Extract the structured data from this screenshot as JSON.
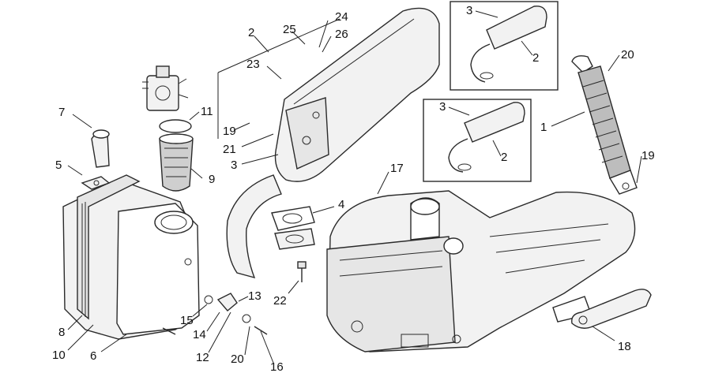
{
  "callouts": [
    {
      "id": "c-2-main",
      "label": "2"
    },
    {
      "id": "c-25",
      "label": "25"
    },
    {
      "id": "c-24",
      "label": "24"
    },
    {
      "id": "c-26",
      "label": "26"
    },
    {
      "id": "c-23",
      "label": "23"
    },
    {
      "id": "c-7",
      "label": "7"
    },
    {
      "id": "c-11",
      "label": "11"
    },
    {
      "id": "c-19-left",
      "label": "19"
    },
    {
      "id": "c-21",
      "label": "21"
    },
    {
      "id": "c-3-left",
      "label": "3"
    },
    {
      "id": "c-5",
      "label": "5"
    },
    {
      "id": "c-9",
      "label": "9"
    },
    {
      "id": "c-4",
      "label": "4"
    },
    {
      "id": "c-17",
      "label": "17"
    },
    {
      "id": "c-22",
      "label": "22"
    },
    {
      "id": "c-13",
      "label": "13"
    },
    {
      "id": "c-15",
      "label": "15"
    },
    {
      "id": "c-14",
      "label": "14"
    },
    {
      "id": "c-8",
      "label": "8"
    },
    {
      "id": "c-10",
      "label": "10"
    },
    {
      "id": "c-6",
      "label": "6"
    },
    {
      "id": "c-12",
      "label": "12"
    },
    {
      "id": "c-20-bottom",
      "label": "20"
    },
    {
      "id": "c-16",
      "label": "16"
    },
    {
      "id": "c-3-inset-top",
      "label": "3"
    },
    {
      "id": "c-2-inset-top",
      "label": "2"
    },
    {
      "id": "c-3-inset-mid",
      "label": "3"
    },
    {
      "id": "c-2-inset-mid",
      "label": "2"
    },
    {
      "id": "c-20-right",
      "label": "20"
    },
    {
      "id": "c-1",
      "label": "1"
    },
    {
      "id": "c-19-right",
      "label": "19"
    },
    {
      "id": "c-18",
      "label": "18"
    }
  ]
}
